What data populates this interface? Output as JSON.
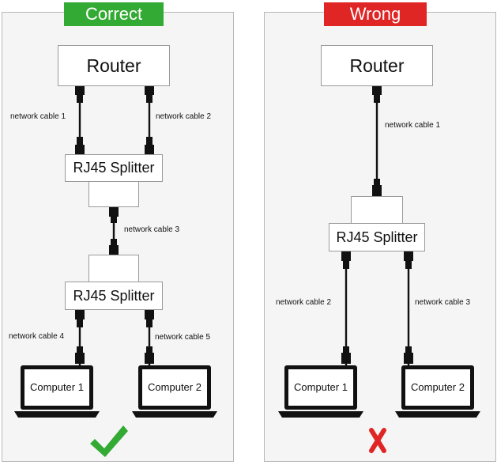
{
  "colors": {
    "correct": "#33aa33",
    "wrong": "#e02525",
    "check": "#33aa33",
    "cross": "#e02525"
  },
  "left": {
    "badge": "Correct",
    "router": "Router",
    "splitter_1": "RJ45 Splitter",
    "splitter_2": "RJ45 Splitter",
    "cable_1": "network cable 1",
    "cable_2": "network cable 2",
    "cable_3": "network cable 3",
    "cable_4": "network cable 4",
    "cable_5": "network cable 5",
    "computer_1": "Computer 1",
    "computer_2": "Computer 2",
    "result_icon": "check-icon"
  },
  "right": {
    "badge": "Wrong",
    "router": "Router",
    "splitter": "RJ45 Splitter",
    "cable_1": "network cable 1",
    "cable_2": "network cable 2",
    "cable_3": "network cable 3",
    "computer_1": "Computer 1",
    "computer_2": "Computer 2",
    "result_icon": "cross-icon"
  }
}
